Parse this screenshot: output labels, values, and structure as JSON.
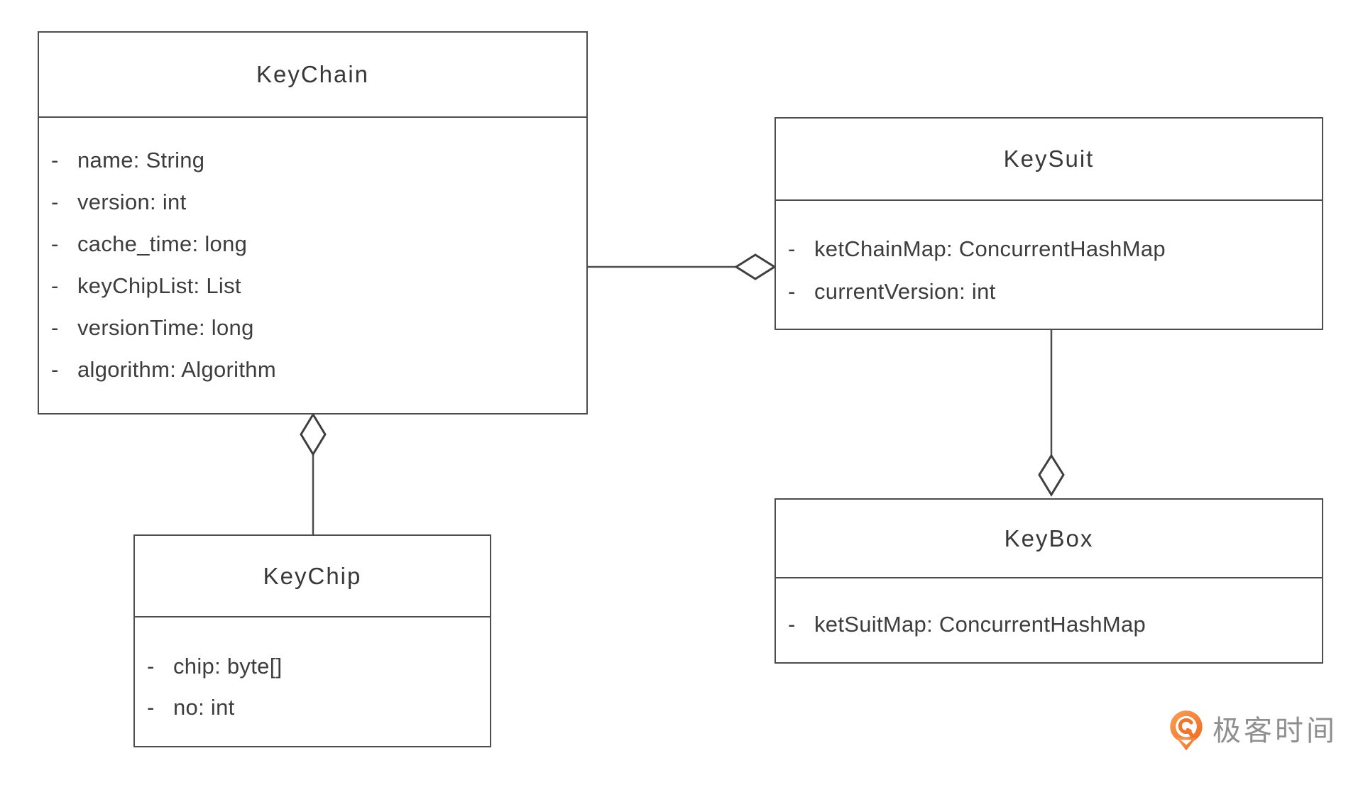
{
  "diagram": {
    "type": "uml-class-diagram",
    "classes": {
      "keychain": {
        "title": "KeyChain",
        "attributes": [
          {
            "visibility": "-",
            "text": "name: String"
          },
          {
            "visibility": "-",
            "text": "version: int"
          },
          {
            "visibility": "-",
            "text": "cache_time: long"
          },
          {
            "visibility": "-",
            "text": "keyChipList: List"
          },
          {
            "visibility": "-",
            "text": "versionTime: long"
          },
          {
            "visibility": "-",
            "text": "algorithm: Algorithm"
          }
        ]
      },
      "keysuit": {
        "title": "KeySuit",
        "attributes": [
          {
            "visibility": "-",
            "text": "ketChainMap: ConcurrentHashMap"
          },
          {
            "visibility": "-",
            "text": "currentVersion: int"
          }
        ]
      },
      "keychip": {
        "title": "KeyChip",
        "attributes": [
          {
            "visibility": "-",
            "text": "chip: byte[]"
          },
          {
            "visibility": "-",
            "text": "no: int"
          }
        ]
      },
      "keybox": {
        "title": "KeyBox",
        "attributes": [
          {
            "visibility": "-",
            "text": "ketSuitMap: ConcurrentHashMap"
          }
        ]
      }
    },
    "relationships": [
      {
        "type": "aggregation",
        "from": "KeyChain",
        "to": "KeySuit",
        "diamond_at": "KeySuit"
      },
      {
        "type": "aggregation",
        "from": "KeyChip",
        "to": "KeyChain",
        "diamond_at": "KeyChain"
      },
      {
        "type": "aggregation",
        "from": "KeySuit",
        "to": "KeyBox",
        "diamond_at": "KeyBox"
      }
    ],
    "colors": {
      "line": "#4d4d4d",
      "text": "#3d3d3d",
      "background": "#ffffff",
      "logo_orange": "#f1742d",
      "logo_gray": "#8f8f8f"
    }
  },
  "logo": {
    "text": "极客时间",
    "icon": "geektime-pin-icon"
  }
}
